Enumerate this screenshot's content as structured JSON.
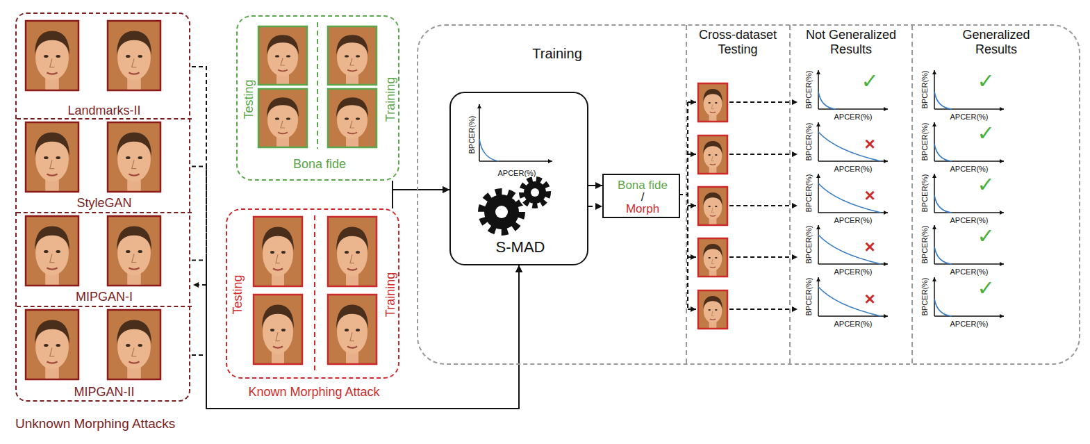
{
  "diagram": {
    "nodes": [
      {
        "text": [
          "Unknown Morphing Attacks"
        ]
      },
      {
        "text": [
          "Landmarks-II"
        ],
        "in": 0
      },
      {
        "text": [
          "StyleGAN"
        ],
        "in": 0
      },
      {
        "text": [
          "MIPGAN-I"
        ],
        "in": 0
      },
      {
        "text": [
          "MIPGAN-II"
        ],
        "in": 0
      },
      {
        "text": [
          "Testing",
          "Training",
          "Bona fide"
        ]
      },
      {
        "text": [
          "Testing",
          "Training",
          "Known Morphing Attack"
        ]
      },
      {
        "text": [
          "Training"
        ]
      },
      {
        "text": [
          "BPCER(%)",
          "APCER(%)",
          "S-MAD"
        ],
        "in": 7
      },
      {
        "text": [
          "Bona fide",
          "/",
          "Morph"
        ],
        "in": 7
      }
    ],
    "edges": [
      {
        "from": 1,
        "to": 8,
        "arrow": "to"
      },
      {
        "from": 2,
        "to": 8,
        "arrow": "to"
      },
      {
        "from": 3,
        "to": 8,
        "arrow": "to"
      },
      {
        "from": 4,
        "to": 8,
        "arrow": "to"
      },
      {
        "from": 5,
        "to": 8,
        "arrow": "to"
      },
      {
        "from": 6,
        "to": 8,
        "arrow": "to"
      },
      {
        "from": 8,
        "to": 9,
        "arrow": "to"
      },
      {
        "from": 8,
        "to": 9,
        "arrow": "to"
      }
    ],
    "labels": [
      "Cross-dataset Testing",
      "Not Generalized Results",
      "Generalized Results",
      "BPCER(%)",
      "APCER(%)",
      "✓",
      "BPCER(%)",
      "APCER(%)",
      "✓",
      "BPCER(%)",
      "APCER(%)",
      "×",
      "BPCER(%)",
      "APCER(%)",
      "✓",
      "BPCER(%)",
      "APCER(%)",
      "×",
      "BPCER(%)",
      "APCER(%)",
      "✓",
      "BPCER(%)",
      "APCER(%)",
      "×",
      "BPCER(%)",
      "APCER(%)",
      "✓",
      "BPCER(%)",
      "APCER(%)",
      "×",
      "BPCER(%)",
      "APCER(%)",
      "✓"
    ]
  }
}
